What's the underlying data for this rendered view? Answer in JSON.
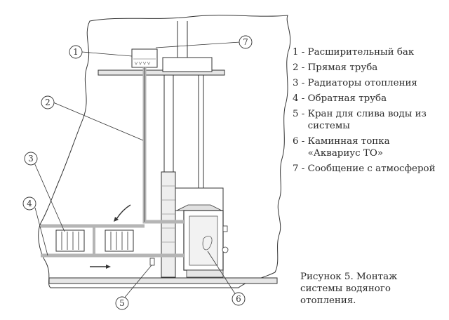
{
  "callouts": [
    {
      "num": "1"
    },
    {
      "num": "2"
    },
    {
      "num": "3"
    },
    {
      "num": "4"
    },
    {
      "num": "5"
    },
    {
      "num": "6"
    },
    {
      "num": "7"
    }
  ],
  "legend": [
    {
      "num": "1",
      "text": "Расширительный бак"
    },
    {
      "num": "2",
      "text": "Прямая труба"
    },
    {
      "num": "3",
      "text": "Радиаторы отопления"
    },
    {
      "num": "4",
      "text": "Обратная труба"
    },
    {
      "num": "5",
      "text": "Кран для слива воды из системы"
    },
    {
      "num": "6",
      "text": "Каминная топка «Аквариус ТО»"
    },
    {
      "num": "7",
      "text": "Сообщение с атмосферой"
    }
  ],
  "caption": "Рисунок 5. Монтаж системы водяного отопления.",
  "colors": {
    "line": "#333333",
    "pipe": "#b5b5b5",
    "fill_light": "#e6e6e6"
  }
}
